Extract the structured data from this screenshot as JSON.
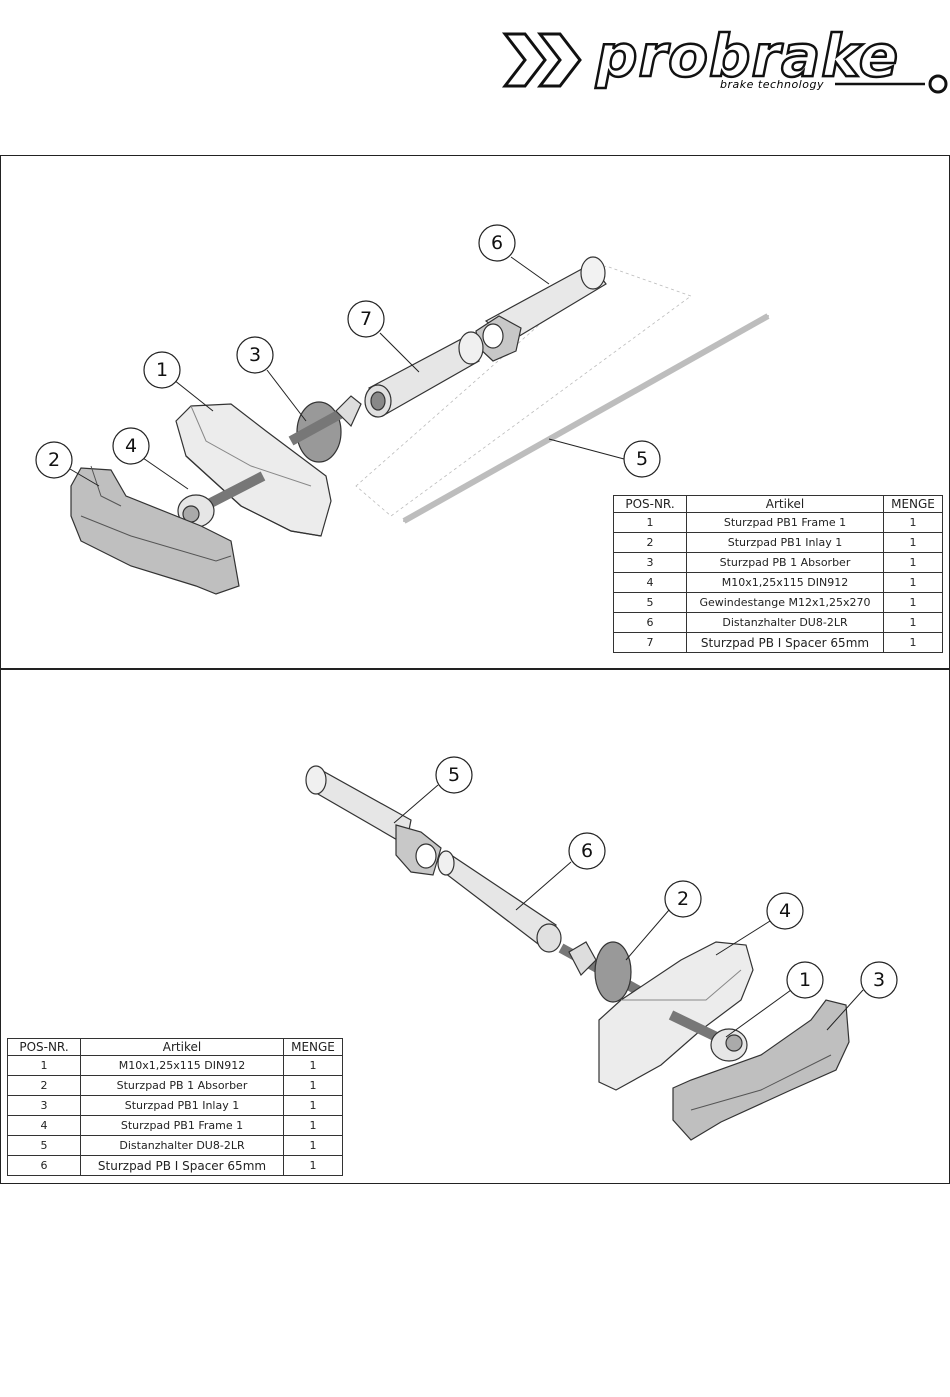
{
  "logo": {
    "brand": "probrake",
    "tagline": "brake technology"
  },
  "top_panel": {
    "callouts": [
      "1",
      "2",
      "3",
      "4",
      "5",
      "6",
      "7"
    ],
    "table": {
      "headers": [
        "POS-NR.",
        "Artikel",
        "MENGE"
      ],
      "rows": [
        [
          "1",
          "Sturzpad PB1 Frame 1",
          "1"
        ],
        [
          "2",
          "Sturzpad PB1 Inlay 1",
          "1"
        ],
        [
          "3",
          "Sturzpad PB 1 Absorber",
          "1"
        ],
        [
          "4",
          "M10x1,25x115 DIN912",
          "1"
        ],
        [
          "5",
          "Gewindestange M12x1,25x270",
          "1"
        ],
        [
          "6",
          "Distanzhalter DU8-2LR",
          "1"
        ],
        [
          "7",
          "Sturzpad PB I Spacer 65mm",
          "1"
        ]
      ]
    }
  },
  "bottom_panel": {
    "callouts": [
      "1",
      "2",
      "3",
      "4",
      "5",
      "6"
    ],
    "table": {
      "headers": [
        "POS-NR.",
        "Artikel",
        "MENGE"
      ],
      "rows": [
        [
          "1",
          "M10x1,25x115 DIN912",
          "1"
        ],
        [
          "2",
          "Sturzpad PB 1 Absorber",
          "1"
        ],
        [
          "3",
          "Sturzpad PB1 Inlay 1",
          "1"
        ],
        [
          "4",
          "Sturzpad PB1 Frame 1",
          "1"
        ],
        [
          "5",
          "Distanzhalter DU8-2LR",
          "1"
        ],
        [
          "6",
          "Sturzpad PB I Spacer 65mm",
          "1"
        ]
      ]
    }
  }
}
